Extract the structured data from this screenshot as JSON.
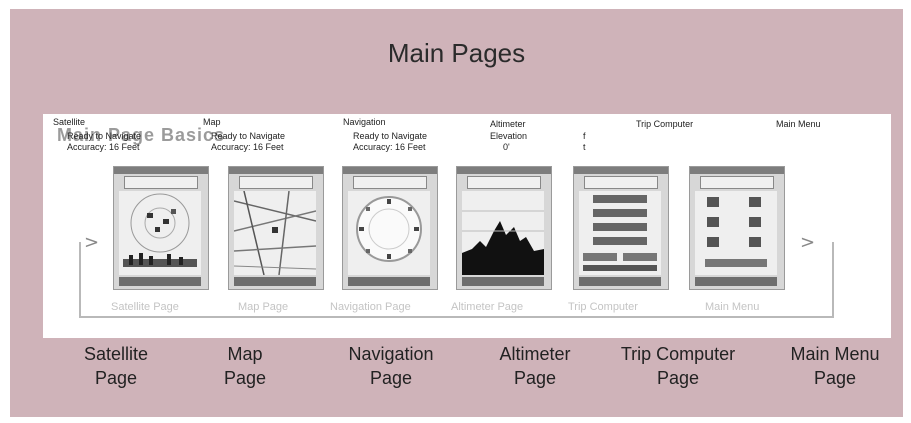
{
  "title": "Main Pages",
  "strip": {
    "watermark": "Main Page Basics",
    "captions": [
      "Satellite",
      "Map",
      "Navigation",
      "Altimeter",
      "Trip Computer",
      "Main Menu"
    ],
    "status": {
      "satellite_ready": "Ready to Navigate",
      "satellite_accuracy": "Accuracy: 16 Feet",
      "map_ready": "Ready to Navigate",
      "map_accuracy": "Accuracy: 16 Feet",
      "nav_ready": "Ready to Navigate",
      "nav_accuracy": "Accuracy: 16 Feet",
      "alt_label": "Elevation",
      "alt_value": "0'",
      "alt_f": "f",
      "alt_t": "t"
    },
    "ghost_labels": [
      "Satellite Page",
      "Map Page",
      "Navigation Page",
      "Altimeter Page",
      "Trip Computer",
      "Main Menu"
    ]
  },
  "pages": [
    {
      "line1": "Satellite",
      "line2": "Page"
    },
    {
      "line1": "Map",
      "line2": "Page"
    },
    {
      "line1": "Navigation",
      "line2": "Page"
    },
    {
      "line1": "Altimeter",
      "line2": "Page"
    },
    {
      "line1": "Trip Computer",
      "line2": "Page"
    },
    {
      "line1": "Main Menu",
      "line2": "Page"
    }
  ]
}
